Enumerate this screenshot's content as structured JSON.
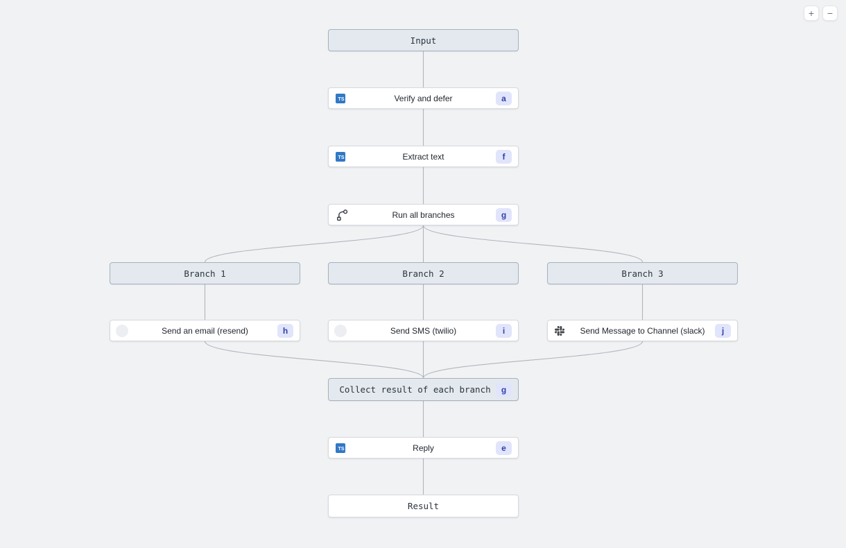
{
  "controls": {
    "zoom_in_label": "+",
    "zoom_out_label": "−"
  },
  "icons": {
    "typescript_label": "TS",
    "run_branches_icon": "git-branch-icon",
    "email_icon": "resend-icon",
    "sms_icon": "twilio-icon",
    "slack_icon": "slack-icon"
  },
  "colors": {
    "canvas_background": "#f1f2f4",
    "group_node_fill": "#e3e9ef",
    "group_node_border": "#a7b1bd",
    "task_node_fill": "#ffffff",
    "badge_background": "#e1e5fb",
    "badge_text": "#3440a6",
    "typescript_blue": "#3178c6",
    "edge_stroke": "#b0b5bb"
  },
  "nodes": [
    {
      "id": "input",
      "label": "Input",
      "kind": "group"
    },
    {
      "id": "verify",
      "label": "Verify and defer",
      "kind": "task",
      "icon": "typescript-icon",
      "badge": "a"
    },
    {
      "id": "extract",
      "label": "Extract text",
      "kind": "task",
      "icon": "typescript-icon",
      "badge": "f"
    },
    {
      "id": "run",
      "label": "Run all branches",
      "kind": "task",
      "icon": "git-branch-icon",
      "badge": "g"
    },
    {
      "id": "branch-1",
      "label": "Branch 1",
      "kind": "group"
    },
    {
      "id": "branch-2",
      "label": "Branch 2",
      "kind": "group"
    },
    {
      "id": "branch-3",
      "label": "Branch 3",
      "kind": "group"
    },
    {
      "id": "send-email",
      "label": "Send an email (resend)",
      "kind": "task",
      "icon": "resend-icon",
      "badge": "h"
    },
    {
      "id": "send-sms",
      "label": "Send SMS (twilio)",
      "kind": "task",
      "icon": "twilio-icon",
      "badge": "i"
    },
    {
      "id": "send-slack",
      "label": "Send Message to Channel (slack)",
      "kind": "task",
      "icon": "slack-icon",
      "badge": "j"
    },
    {
      "id": "collect",
      "label": "Collect result of each branch",
      "kind": "group",
      "badge": "g"
    },
    {
      "id": "reply",
      "label": "Reply",
      "kind": "task",
      "icon": "typescript-icon",
      "badge": "e"
    },
    {
      "id": "result",
      "label": "Result",
      "kind": "task"
    }
  ]
}
